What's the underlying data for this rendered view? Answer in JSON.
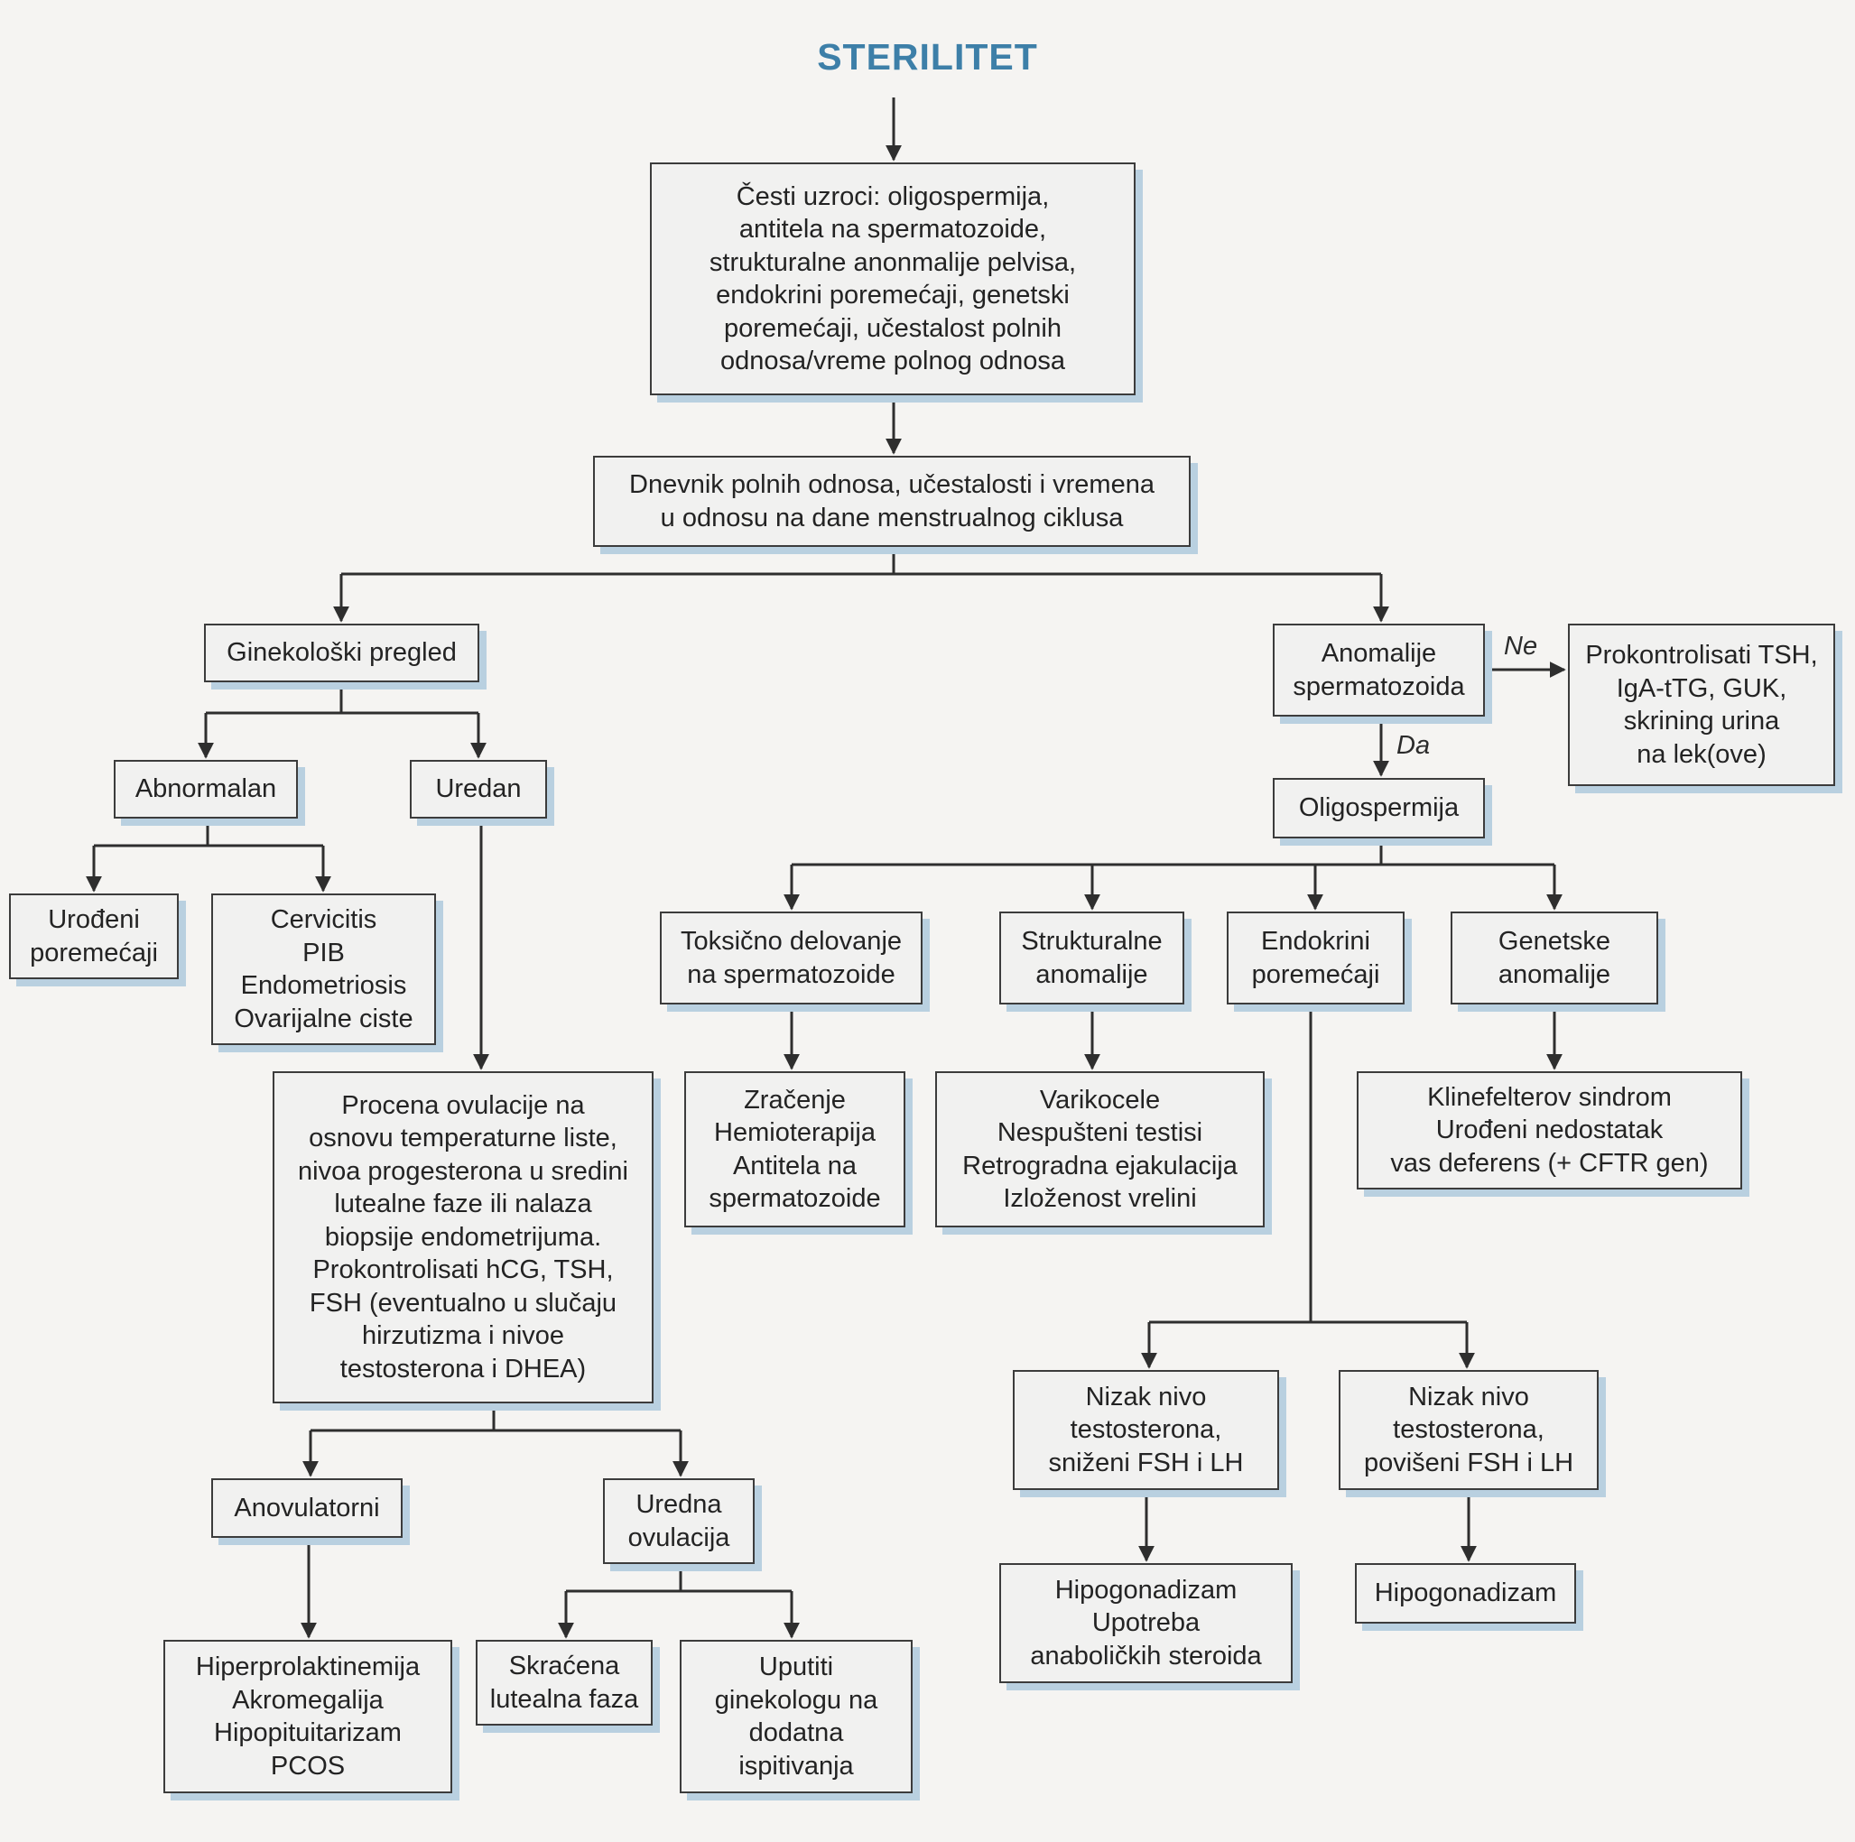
{
  "title": "STERILITET",
  "nodes": {
    "causes": "Česti uzroci: oligospermija,\nantitela na spermatozoide,\nstrukturalne anonmalije pelvisa,\nendokrini poremećaji, genetski\nporemećaji, učestalost polnih\nodnosa/vreme polnog odnosa",
    "diary": "Dnevnik polnih odnosa, učestalosti i  vremena\nu odnosu na dane menstrualnog ciklusa",
    "gyn_exam": "Ginekološki pregled",
    "abnormal": "Abnormalan",
    "normal": "Uredan",
    "congenital": "Urođeni\nporemećaji",
    "cervicitis": "Cervicitis\nPIB\nEndometriosis\nOvarijalne ciste",
    "ovulation_eval": "Procena ovulacije na\nosnovu temperaturne liste,\nnivoa progesterona u sredini\nlutealne faze ili nalaza\nbiopsije endometrijuma.\nProkontrolisati hCG, TSH,\nFSH (eventualno u slučaju\nhirzutizma i nivoe\ntestosterona i DHEA)",
    "anovulatory": "Anovulatorni",
    "normal_ovulation": "Uredna\novulacija",
    "hyperprolactinemia": "Hiperprolaktinemija\nAkromegalija\nHipopituitarizam\nPCOS",
    "short_luteal": "Skraćena\nlutealna faza",
    "refer_gyn": "Uputiti\nginekologu na\ndodatna\nispitivanja",
    "sperm_anomalies": "Anomalije\nspermatozoida",
    "check_tsh": "Prokontrolisati TSH,\nIgA-tTG, GUK,\nskrining urina\nna lek(ove)",
    "oligospermia": "Oligospermija",
    "toxic": "Toksično delovanje\nna spermatozoide",
    "structural": "Strukturalne\nanomalije",
    "endocrine": "Endokrini\nporemećaji",
    "genetic": "Genetske\nanomalije",
    "radiation": "Zračenje\nHemioterapija\nAntitela na\nspermatozoide",
    "varicocele": "Varikocele\nNespušteni testisi\nRetrogradna ejakulacija\nIzloženost vrelini",
    "klinefelter": "Klinefelterov sindrom\nUrođeni  nedostatak\nvas deferens (+ CFTR gen)",
    "low_t_low_fsh": "Nizak nivo\ntestosterona,\nsniženi FSH i LH",
    "low_t_high_fsh": "Nizak nivo\ntestosterona,\npovišeni FSH i LH",
    "hypogonadism_steroids": "Hipogonadizam\nUpotreba\nanaboličkih steroida",
    "hypogonadism": "Hipogonadizam"
  },
  "labels": {
    "no": "Ne",
    "yes": "Da"
  },
  "colors": {
    "title": "#3d7fa8",
    "box_shadow": "#b9d0e0",
    "line": "#2e2e2e"
  }
}
